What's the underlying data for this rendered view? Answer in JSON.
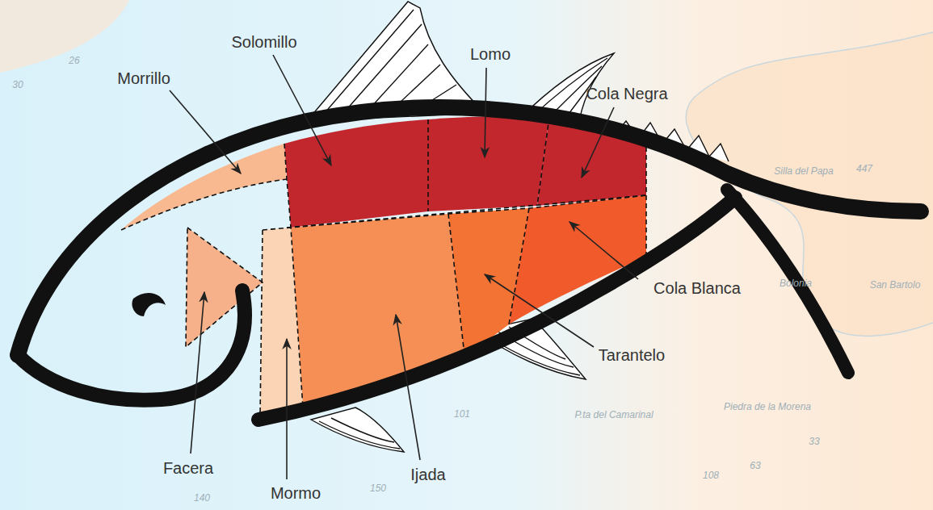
{
  "diagram": {
    "labels": [
      "Solomillo",
      "Lomo",
      "Morrillo",
      "Cola Negra",
      "Cola Blanca",
      "Tarantelo",
      "Facera",
      "Mormo",
      "Ijada",
      "Silla del Papa",
      "447",
      "Bolonia",
      "San Bartolo",
      "P.ta del Camarinal",
      "Piedra de la Morena",
      "26",
      "30",
      "101",
      "108",
      "140",
      "150",
      "63",
      "33"
    ]
  }
}
